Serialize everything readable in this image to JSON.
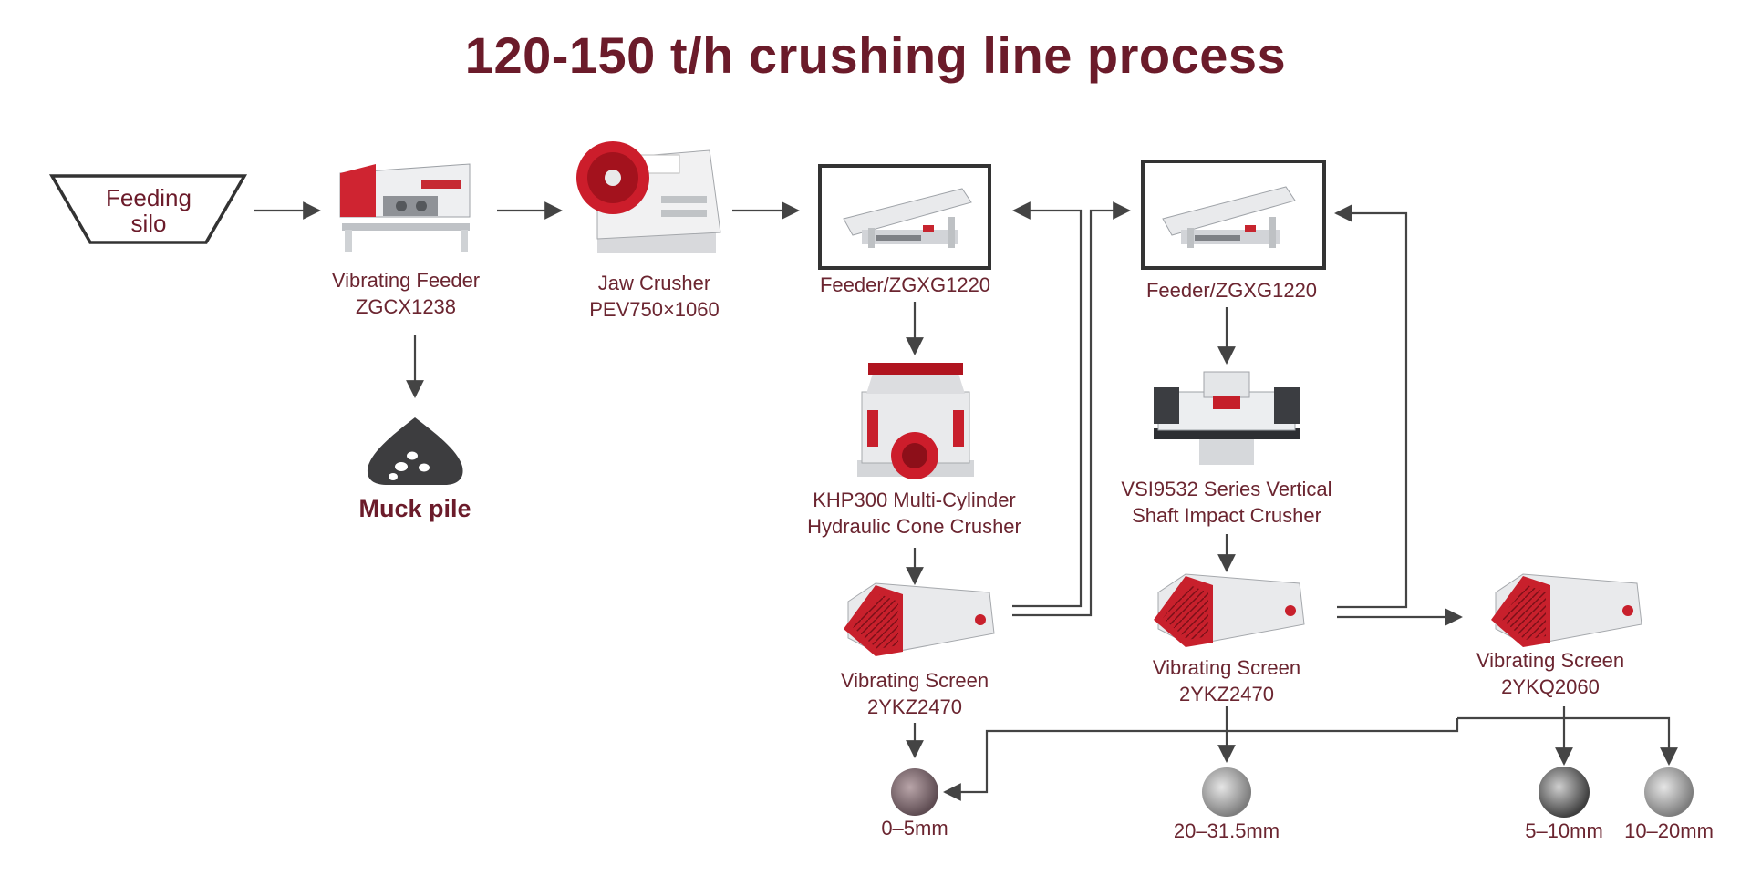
{
  "title": "120-150 t/h crushing line process",
  "nodes": {
    "feeding_silo": "Feeding silo",
    "vibrating_feeder": {
      "name": "Vibrating Feeder",
      "model": "ZGCX1238"
    },
    "jaw_crusher": {
      "name": "Jaw Crusher",
      "model": "PEV750×1060"
    },
    "feeder_1": {
      "name": "Feeder/ZGXG1220"
    },
    "feeder_2": {
      "name": "Feeder/ZGXG1220"
    },
    "muck_pile": "Muck pile",
    "cone_crusher": {
      "line1": "KHP300 Multi-Cylinder",
      "line2": "Hydraulic Cone Crusher"
    },
    "vsi_crusher": {
      "line1": "VSI9532 Series Vertical",
      "line2": "Shaft Impact Crusher"
    },
    "screen_1": {
      "name": "Vibrating Screen",
      "model": "2YKZ2470"
    },
    "screen_2": {
      "name": "Vibrating Screen",
      "model": "2YKZ2470"
    },
    "screen_3": {
      "name": "Vibrating Screen",
      "model": "2YKQ2060"
    }
  },
  "products": {
    "p1": "0–5mm",
    "p2": "20–31.5mm",
    "p3": "5–10mm",
    "p4": "10–20mm"
  },
  "colors": {
    "title": "#6b1b2a",
    "label": "#6b2530",
    "arrow": "#444444",
    "machine_red": "#c8202c",
    "machine_white": "#e8e8ea"
  }
}
